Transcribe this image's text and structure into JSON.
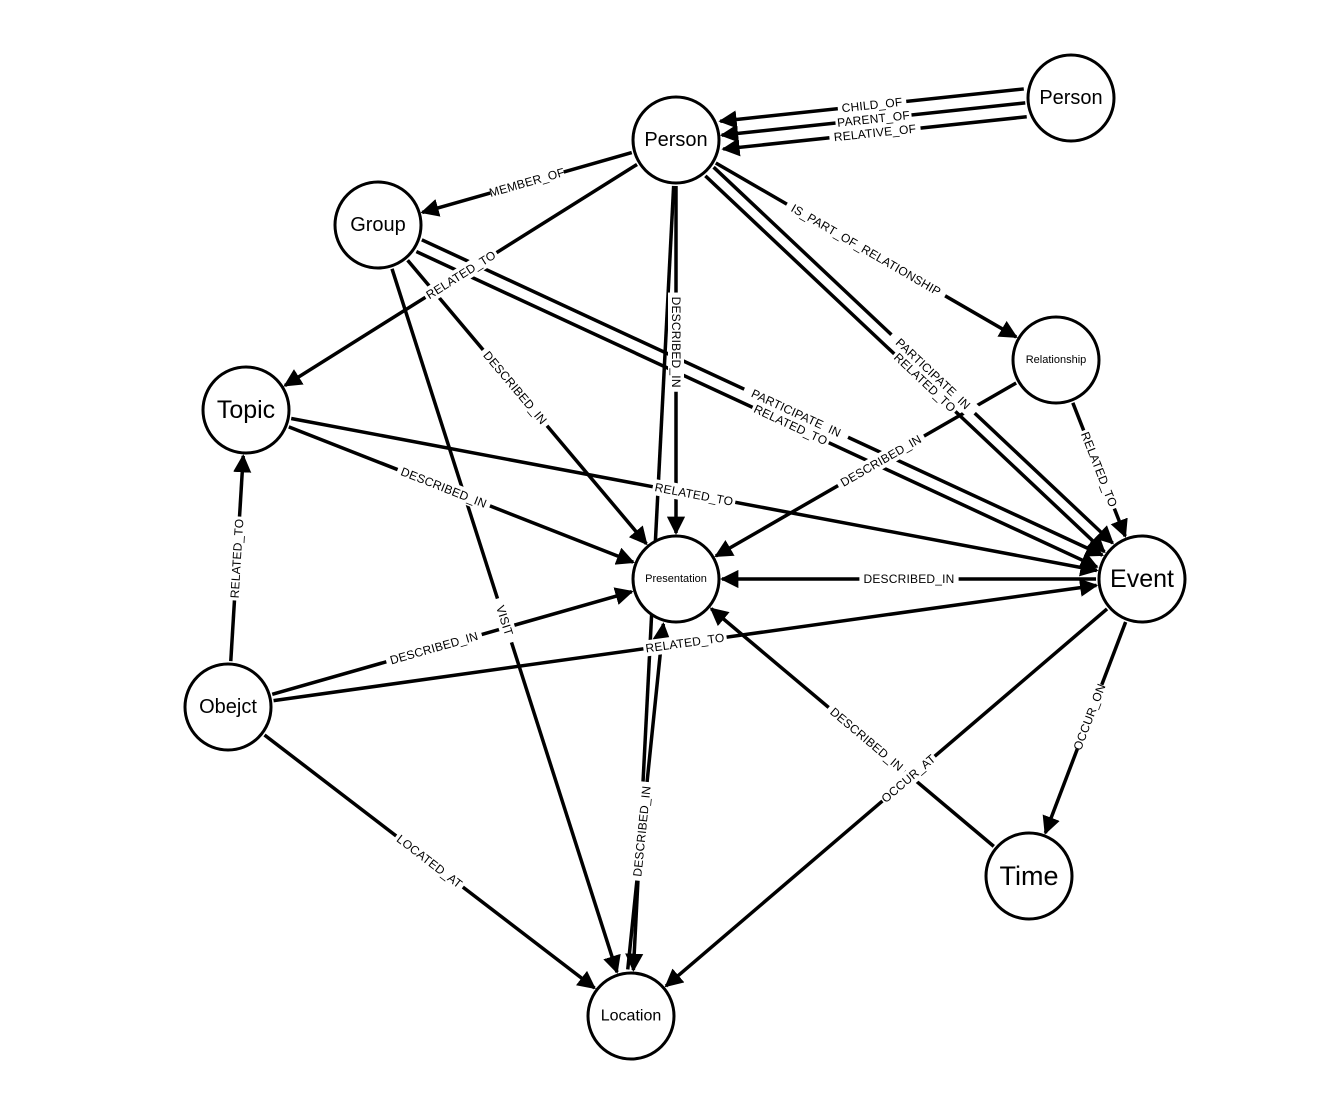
{
  "nodes": [
    {
      "id": "person_main",
      "label": "Person"
    },
    {
      "id": "person_other",
      "label": "Person"
    },
    {
      "id": "group",
      "label": "Group"
    },
    {
      "id": "topic",
      "label": "Topic"
    },
    {
      "id": "relationship",
      "label": "Relationship"
    },
    {
      "id": "presentation",
      "label": "Presentation"
    },
    {
      "id": "event",
      "label": "Event"
    },
    {
      "id": "object",
      "label": "Obejct"
    },
    {
      "id": "time",
      "label": "Time"
    },
    {
      "id": "location",
      "label": "Location"
    }
  ],
  "edges": [
    {
      "id": "e1",
      "source": "person_other",
      "target": "person_main",
      "label": "RELATIVE_OF"
    },
    {
      "id": "e2",
      "source": "person_other",
      "target": "person_main",
      "label": "PARENT_OF"
    },
    {
      "id": "e3",
      "source": "person_other",
      "target": "person_main",
      "label": "CHILD_OF"
    },
    {
      "id": "e4",
      "source": "person_main",
      "target": "group",
      "label": "MEMBER_OF"
    },
    {
      "id": "e5",
      "source": "person_main",
      "target": "topic",
      "label": "RELATED_TO"
    },
    {
      "id": "e6",
      "source": "person_main",
      "target": "relationship",
      "label": "IS_PART_OF_RELATIONSHIP"
    },
    {
      "id": "e7",
      "source": "person_main",
      "target": "presentation",
      "label": "DESCRIBED_IN"
    },
    {
      "id": "e8",
      "source": "person_main",
      "target": "event",
      "label": "PARTICIPATE_IN"
    },
    {
      "id": "e9",
      "source": "person_main",
      "target": "event",
      "label": "RELATED_TO"
    },
    {
      "id": "e10",
      "source": "person_main",
      "target": "location",
      "label": ""
    },
    {
      "id": "e11",
      "source": "group",
      "target": "presentation",
      "label": "DESCRIBED_IN"
    },
    {
      "id": "e12",
      "source": "group",
      "target": "event",
      "label": "PARTICIPATE_IN"
    },
    {
      "id": "e13",
      "source": "group",
      "target": "event",
      "label": "RELATED_TO"
    },
    {
      "id": "e14",
      "source": "group",
      "target": "location",
      "label": "VISIT"
    },
    {
      "id": "e15",
      "source": "topic",
      "target": "presentation",
      "label": "DESCRIBED_IN"
    },
    {
      "id": "e16",
      "source": "topic",
      "target": "event",
      "label": "RELATED_TO"
    },
    {
      "id": "e17",
      "source": "relationship",
      "target": "presentation",
      "label": "DESCRIBED_IN"
    },
    {
      "id": "e18",
      "source": "relationship",
      "target": "event",
      "label": "RELATED_TO"
    },
    {
      "id": "e19",
      "source": "event",
      "target": "presentation",
      "label": "DESCRIBED_IN"
    },
    {
      "id": "e20",
      "source": "object",
      "target": "topic",
      "label": "RELATED_TO"
    },
    {
      "id": "e21",
      "source": "object",
      "target": "presentation",
      "label": "DESCRIBED_IN"
    },
    {
      "id": "e22",
      "source": "object",
      "target": "event",
      "label": "RELATED_TO"
    },
    {
      "id": "e23",
      "source": "object",
      "target": "location",
      "label": "LOCATED_AT"
    },
    {
      "id": "e24",
      "source": "location",
      "target": "presentation",
      "label": "DESCRIBED_IN"
    },
    {
      "id": "e25",
      "source": "time",
      "target": "presentation",
      "label": "DESCRIBED_IN"
    },
    {
      "id": "e26",
      "source": "event",
      "target": "time",
      "label": "OCCUR_ON"
    },
    {
      "id": "e27",
      "source": "event",
      "target": "location",
      "label": "OCCUR_AT"
    }
  ]
}
